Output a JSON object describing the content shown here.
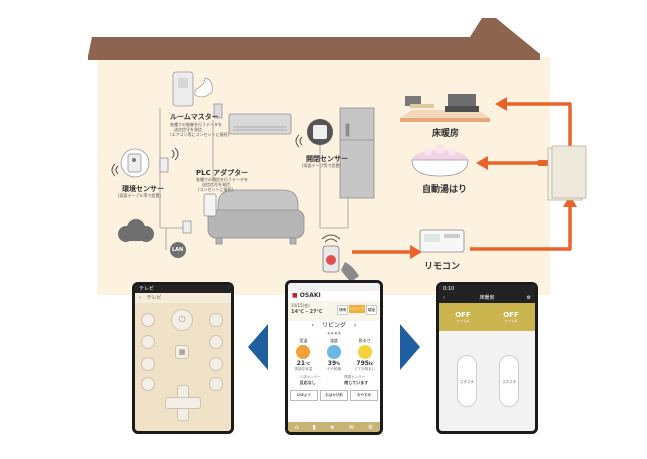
{
  "devices": {
    "room_master": {
      "label": "ルームマスター",
      "desc": [
        "各種での制御を行うデータを",
        "送信信号を発信",
        "(エアコン等にコンセントに接続)"
      ]
    },
    "plc_adapter": {
      "label": "PLC アダプター",
      "desc": [
        "各種での通信を行うデータを",
        "送信信号を発信",
        "(コンセントに接続)"
      ]
    },
    "env_sensor": {
      "label": "環境センサー",
      "desc": [
        "(家庭テーブル等で設置)"
      ]
    },
    "door_sensor": {
      "label": "開閉センサー",
      "desc": [
        "(両面テープ等で設置)"
      ]
    },
    "lan": "LAN",
    "floor_heating": "床暖房",
    "auto_bath": "自動湯はり",
    "remote": "リモコン"
  },
  "phone_left": {
    "status": "テレビ",
    "title": "テレビ"
  },
  "phone_center": {
    "brand": "OSAKI",
    "date": "10/15(金)",
    "temp_range": "14℃ - 27℃",
    "tabs": [
      "快晴",
      "リビング",
      "寝室"
    ],
    "room": "リビング",
    "dots": "● ● ● ●",
    "metrics": [
      {
        "name": "室温",
        "value": "21",
        "unit": "℃",
        "note": "快適な気温"
      },
      {
        "name": "湿度",
        "value": "39",
        "unit": "%",
        "note": "やや乾燥"
      },
      {
        "name": "照るさ",
        "value": "795",
        "unit": "lx",
        "note": "とても明るい"
      }
    ],
    "sensor_left_title": "人感センサー",
    "sensor_left_value": "反応なし",
    "sensor_right_title": "開閉センサー",
    "sensor_right_value": "閉じています",
    "bottom_buttons": [
      "DSEよう",
      "おはかけ前",
      "おやすみ"
    ]
  },
  "phone_right": {
    "time": "0:10",
    "title": "床暖房",
    "status_left": "OFF",
    "status_left_sub": "ルームA",
    "status_right": "OFF",
    "status_right_sub": "ルームB",
    "btn_left": "スタスタ",
    "btn_right": "スタスタ"
  },
  "colors": {
    "house_wall": "#fdf1e0",
    "roof": "#8c6450",
    "arrow": "#e8642a",
    "nav_arrow": "#1f5fa0",
    "gold": "#c9b44e"
  }
}
